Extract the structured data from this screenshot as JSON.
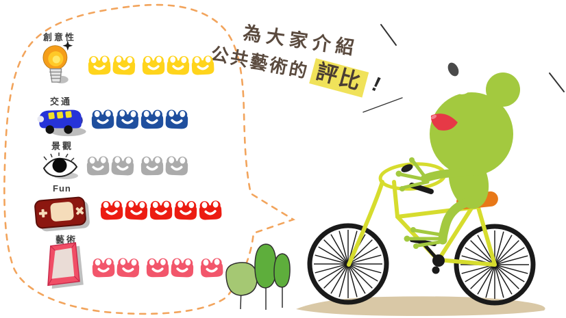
{
  "headline": {
    "line1": "為大家介紹",
    "line2_prefix": "公共藝術的",
    "highlight": "評比",
    "suffix": "!"
  },
  "ratings": {
    "unit_icon": "frog-face",
    "rows": [
      {
        "label": "創意性",
        "icon": "lightbulb-icon",
        "count": 5,
        "color": "#FFD41C",
        "gap_after": [
          2
        ]
      },
      {
        "label": "交通",
        "icon": "bus-icon",
        "count": 4,
        "color": "#1F4F9E",
        "gap_after": []
      },
      {
        "label": "景觀",
        "icon": "eye-icon",
        "count": 4,
        "color": "#ABABAB",
        "gap_after": [
          2
        ]
      },
      {
        "label": "Fun",
        "icon": "game-console-icon",
        "count": 5,
        "color": "#EC1C12",
        "gap_after": []
      },
      {
        "label": "藝術",
        "icon": "picture-frame-icon",
        "count": 5,
        "color": "#F2566B",
        "gap_after": [
          2,
          4
        ]
      }
    ]
  },
  "scene": {
    "character": "frog riding bicycle",
    "bubble_border_color": "#F2A45C",
    "highlight_color": "#F0E25A",
    "headline_text_color": "#5A4A3E",
    "frog_green": "#A3C93F",
    "bike_yellow": "#D6DC2E",
    "seat_orange": "#E87818",
    "ground_tan": "#D9C8A6",
    "tree_greens": [
      "#A5C873",
      "#5EAE3C"
    ]
  },
  "chart_data": {
    "type": "bar",
    "variant": "pictogram-rating",
    "title": "為大家介紹公共藝術的評比!",
    "categories": [
      "創意性",
      "交通",
      "景觀",
      "Fun",
      "藝術"
    ],
    "values": [
      5,
      4,
      4,
      5,
      5
    ],
    "unit": "frog-face icons (1 icon = 1 point)",
    "series_colors": [
      "#FFD41C",
      "#1F4F9E",
      "#ABABAB",
      "#EC1C12",
      "#F2566B"
    ],
    "ylim": [
      0,
      5
    ],
    "grid": false,
    "legend": "none"
  }
}
